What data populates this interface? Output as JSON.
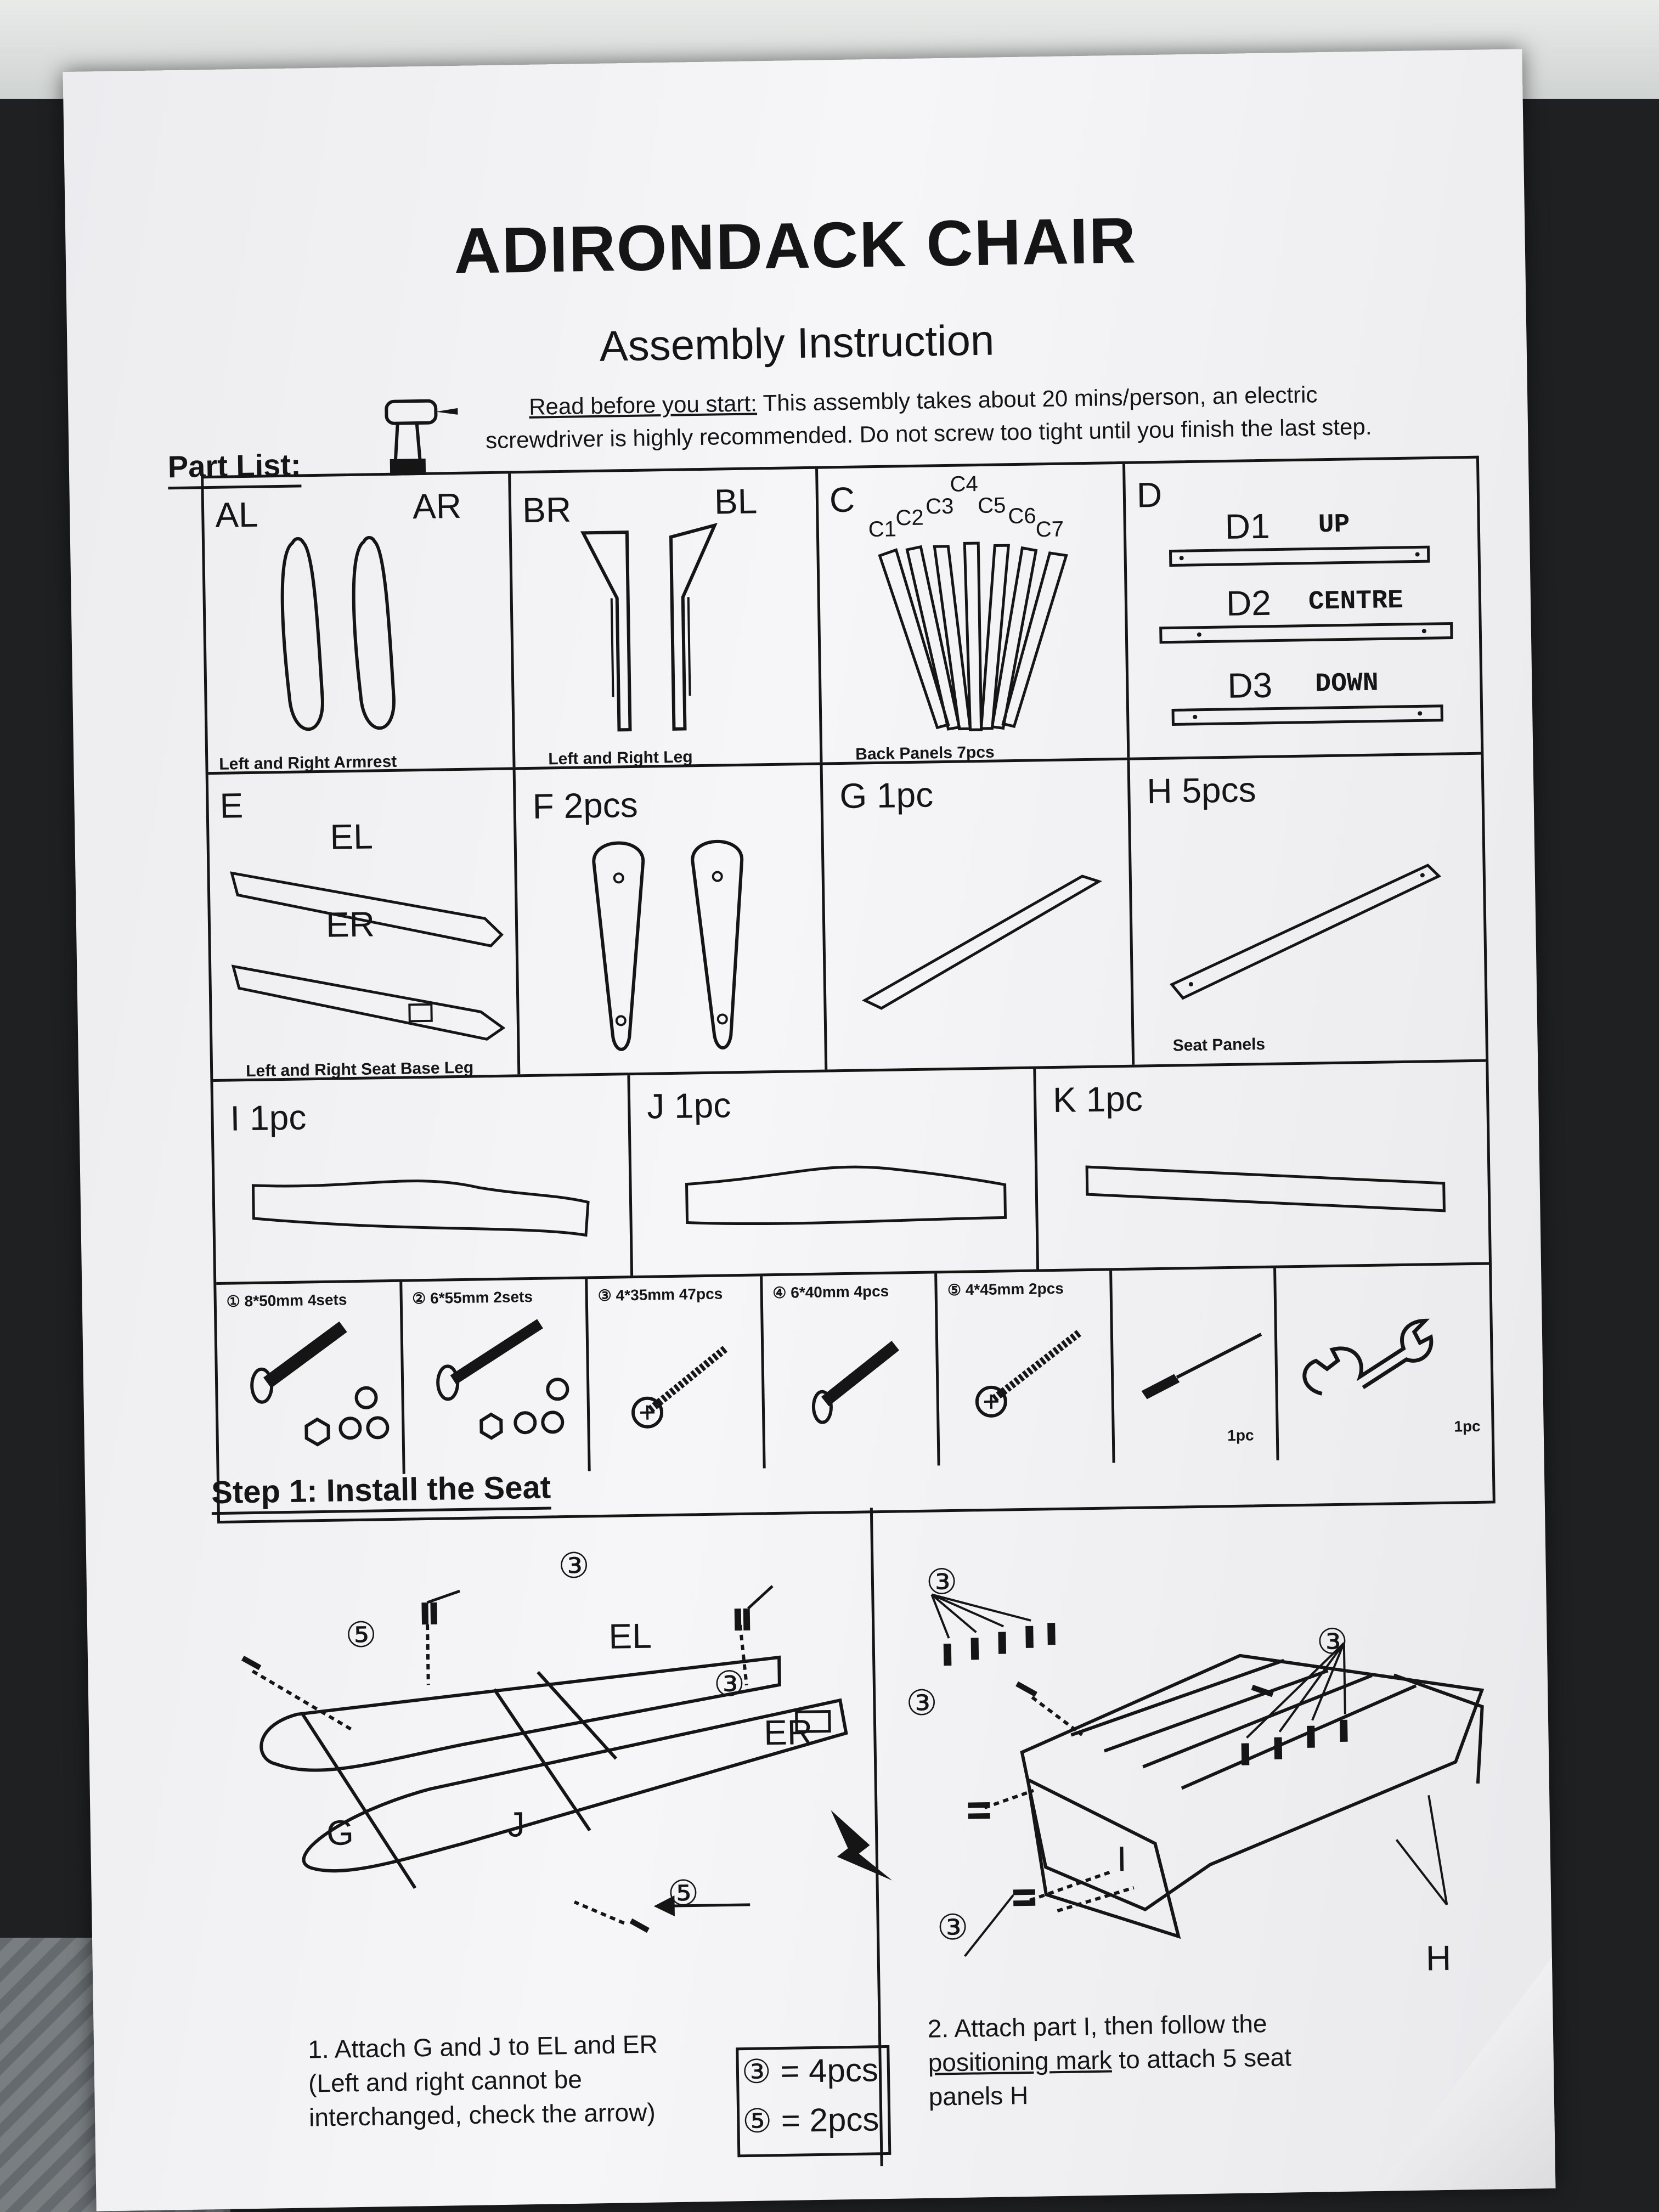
{
  "title": "ADIRONDACK CHAIR",
  "subtitle": "Assembly Instruction",
  "intro": {
    "lead": "Read before you start:",
    "line1": " This assembly takes about 20 mins/person, an electric",
    "line2": "screwdriver is highly recommended. Do not screw too tight until you finish the last step."
  },
  "part_list_label": "Part List:",
  "parts": {
    "A": {
      "left": "AL",
      "right": "AR",
      "caption": "Left and Right Armrest"
    },
    "B": {
      "left": "BR",
      "right": "BL",
      "caption": "Left and Right Leg"
    },
    "C": {
      "label": "C",
      "subs": [
        "C1",
        "C2",
        "C3",
        "C4",
        "C5",
        "C6",
        "C7"
      ],
      "caption": "Back Panels 7pcs"
    },
    "D": {
      "label": "D",
      "d1": "D1",
      "d1_pos": "UP",
      "d2": "D2",
      "d2_pos": "CENTRE",
      "d3": "D3",
      "d3_pos": "DOWN"
    },
    "E": {
      "label": "E",
      "el": "EL",
      "er": "ER",
      "caption": "Left and Right Seat Base Leg"
    },
    "F": {
      "label": "F  2pcs"
    },
    "G": {
      "label": "G  1pc"
    },
    "H": {
      "label": "H  5pcs",
      "caption": "Seat Panels"
    },
    "I": {
      "label": "I  1pc"
    },
    "J": {
      "label": "J  1pc"
    },
    "K": {
      "label": "K  1pc"
    }
  },
  "hardware": [
    {
      "label": "① 8*50mm  4sets"
    },
    {
      "label": "② 6*55mm  2sets"
    },
    {
      "label": "③ 4*35mm  47pcs"
    },
    {
      "label": "④ 6*40mm  4pcs"
    },
    {
      "label": "⑤ 4*45mm  2pcs"
    },
    {
      "label": "",
      "qty": "1pc"
    },
    {
      "label": "",
      "qty": "1pc"
    }
  ],
  "step1": {
    "heading": "Step 1: Install the Seat",
    "left": {
      "callouts": {
        "c3a": "③",
        "c5a": "⑤",
        "el": "EL",
        "c3b": "③",
        "er": "ER",
        "g": "G",
        "j": "J",
        "c5b": "⑤"
      },
      "text": [
        "1. Attach G and J to EL and ER",
        "(Left  and  right  cannot  be",
        "interchanged, check the arrow)"
      ],
      "counts": [
        "③ = 4pcs",
        "⑤ = 2pcs"
      ]
    },
    "right": {
      "callouts": {
        "c3a": "③",
        "c3b": "③",
        "c3c": "③",
        "c3d": "③",
        "i": "I",
        "h": "H"
      },
      "text": [
        "2. Attach  part  I,  then  follow  the",
        "positioning mark",
        " to attach 5 seat",
        "panels H"
      ]
    }
  }
}
